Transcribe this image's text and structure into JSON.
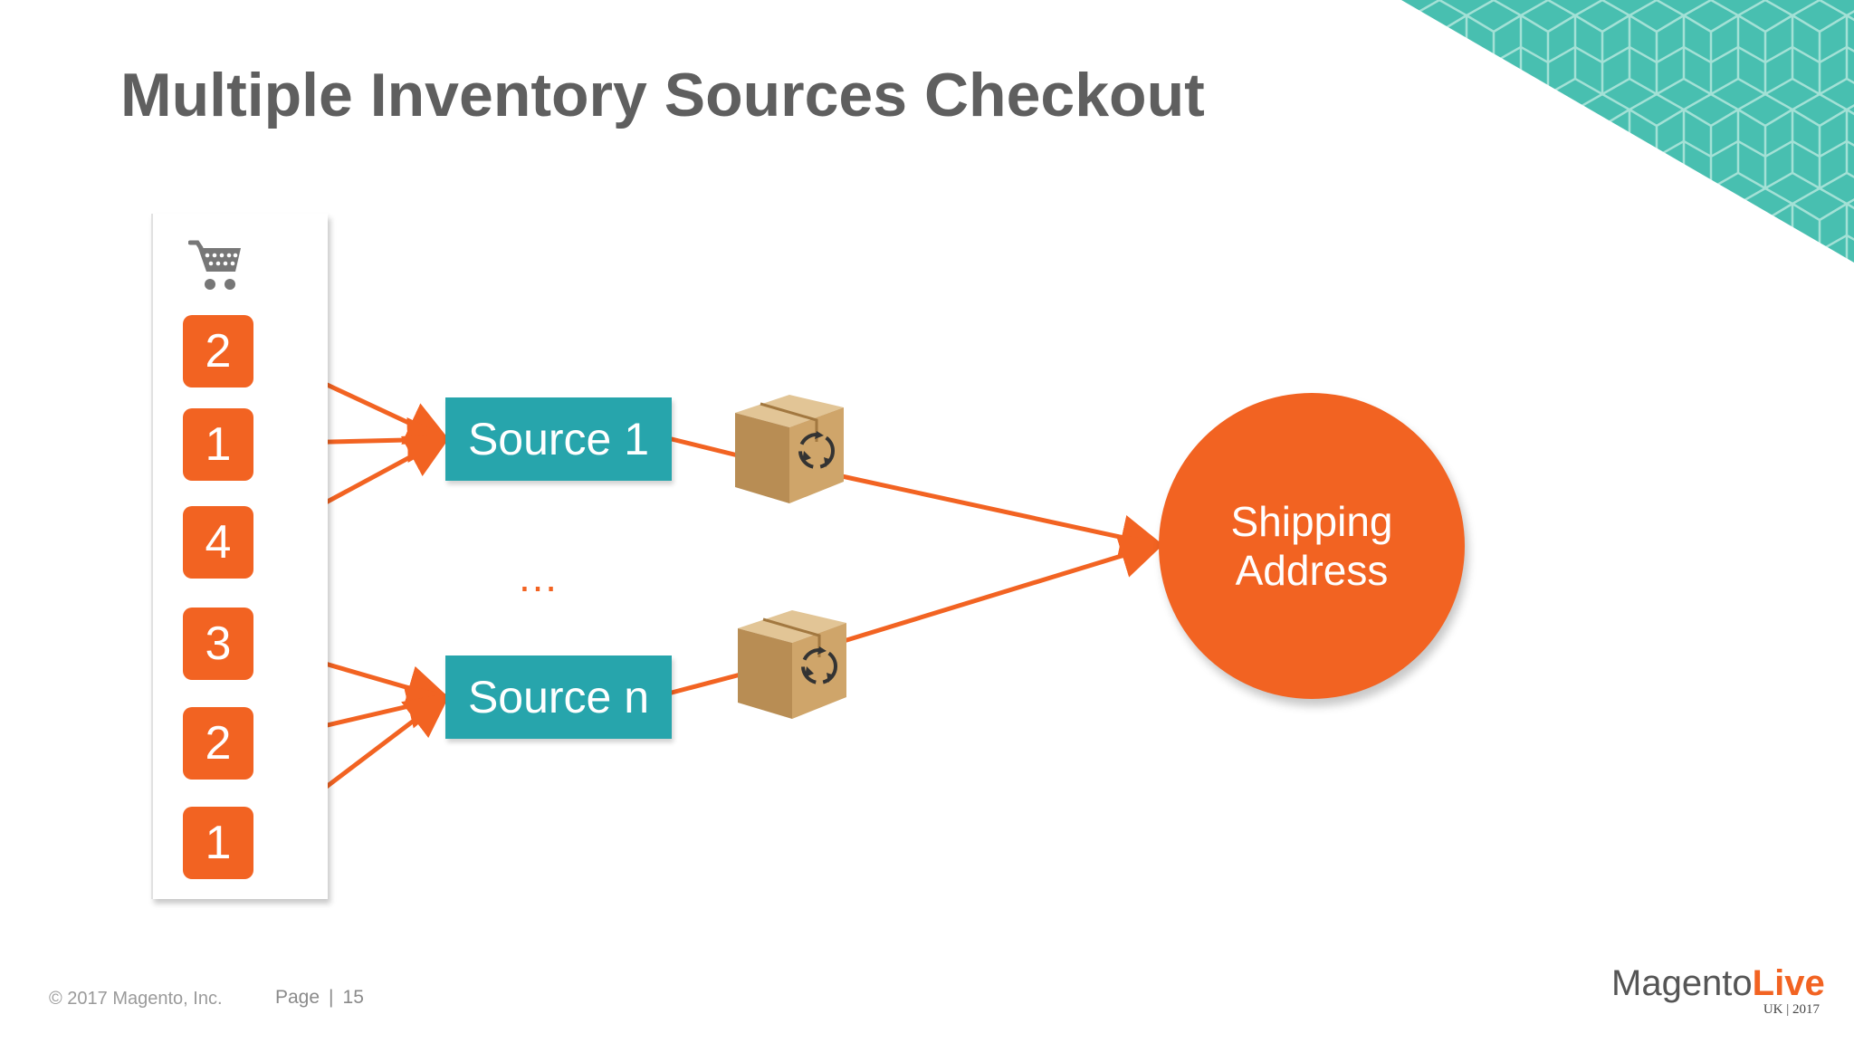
{
  "slide": {
    "title": "Multiple Inventory Sources Checkout"
  },
  "colors": {
    "accent_orange": "#f26322",
    "teal": "#27a5ac",
    "title_gray": "#5f5f5f",
    "pattern_teal": "#48bfb0"
  },
  "cart": {
    "icon": "shopping-cart-icon",
    "quantities": [
      "2",
      "1",
      "4",
      "3",
      "2",
      "1"
    ]
  },
  "sources": [
    {
      "label": "Source 1"
    },
    {
      "label": "Source n"
    }
  ],
  "ellipsis": "…",
  "package_icon": "recycle-box-icon",
  "destination": {
    "line1": "Shipping",
    "line2": "Address"
  },
  "footer": {
    "copyright": "© 2017 Magento, Inc.",
    "page_label": "Page",
    "separator": "|",
    "page_number": "15"
  },
  "logo": {
    "part1": "Magento",
    "part2": "Live",
    "subtitle": "UK | 2017"
  }
}
